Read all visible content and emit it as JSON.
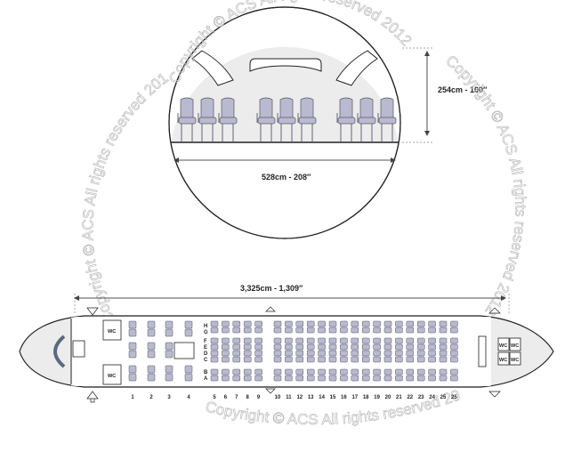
{
  "cross_section": {
    "height_label": "254cm - 100″",
    "width_label": "528cm - 208″"
  },
  "plan": {
    "length_label": "3,325cm - 1,309″",
    "seat_letters_top": [
      "H",
      "G"
    ],
    "seat_letters_mid": [
      "F",
      "E",
      "D",
      "C"
    ],
    "seat_letters_bottom": [
      "B",
      "A"
    ],
    "business_rows": [
      "1",
      "2",
      "3",
      "4"
    ],
    "economy_rows": [
      "5",
      "6",
      "7",
      "8",
      "9",
      "10",
      "11",
      "12",
      "13",
      "14",
      "15",
      "16",
      "17",
      "18",
      "19",
      "20",
      "21",
      "22",
      "23",
      "24",
      "25",
      "25"
    ],
    "wc_label": "WC"
  },
  "watermarks": {
    "top_arc": "Copyright © ACS All rights reserved 2012",
    "left_arc": "Copyright © ACS All rights reserved 2012",
    "right_arc": "Copyright © ACS All rights reserved 2012",
    "bottom_arc": "Copyright © ACS All rights reserved 2012"
  },
  "colors": {
    "seat_fill": "#b9b9d0",
    "seat_stroke": "#555566",
    "fuselage_fill": "#ececec",
    "outline": "#222222",
    "dim_line": "#555555",
    "watermark": "#bcbcbc"
  }
}
